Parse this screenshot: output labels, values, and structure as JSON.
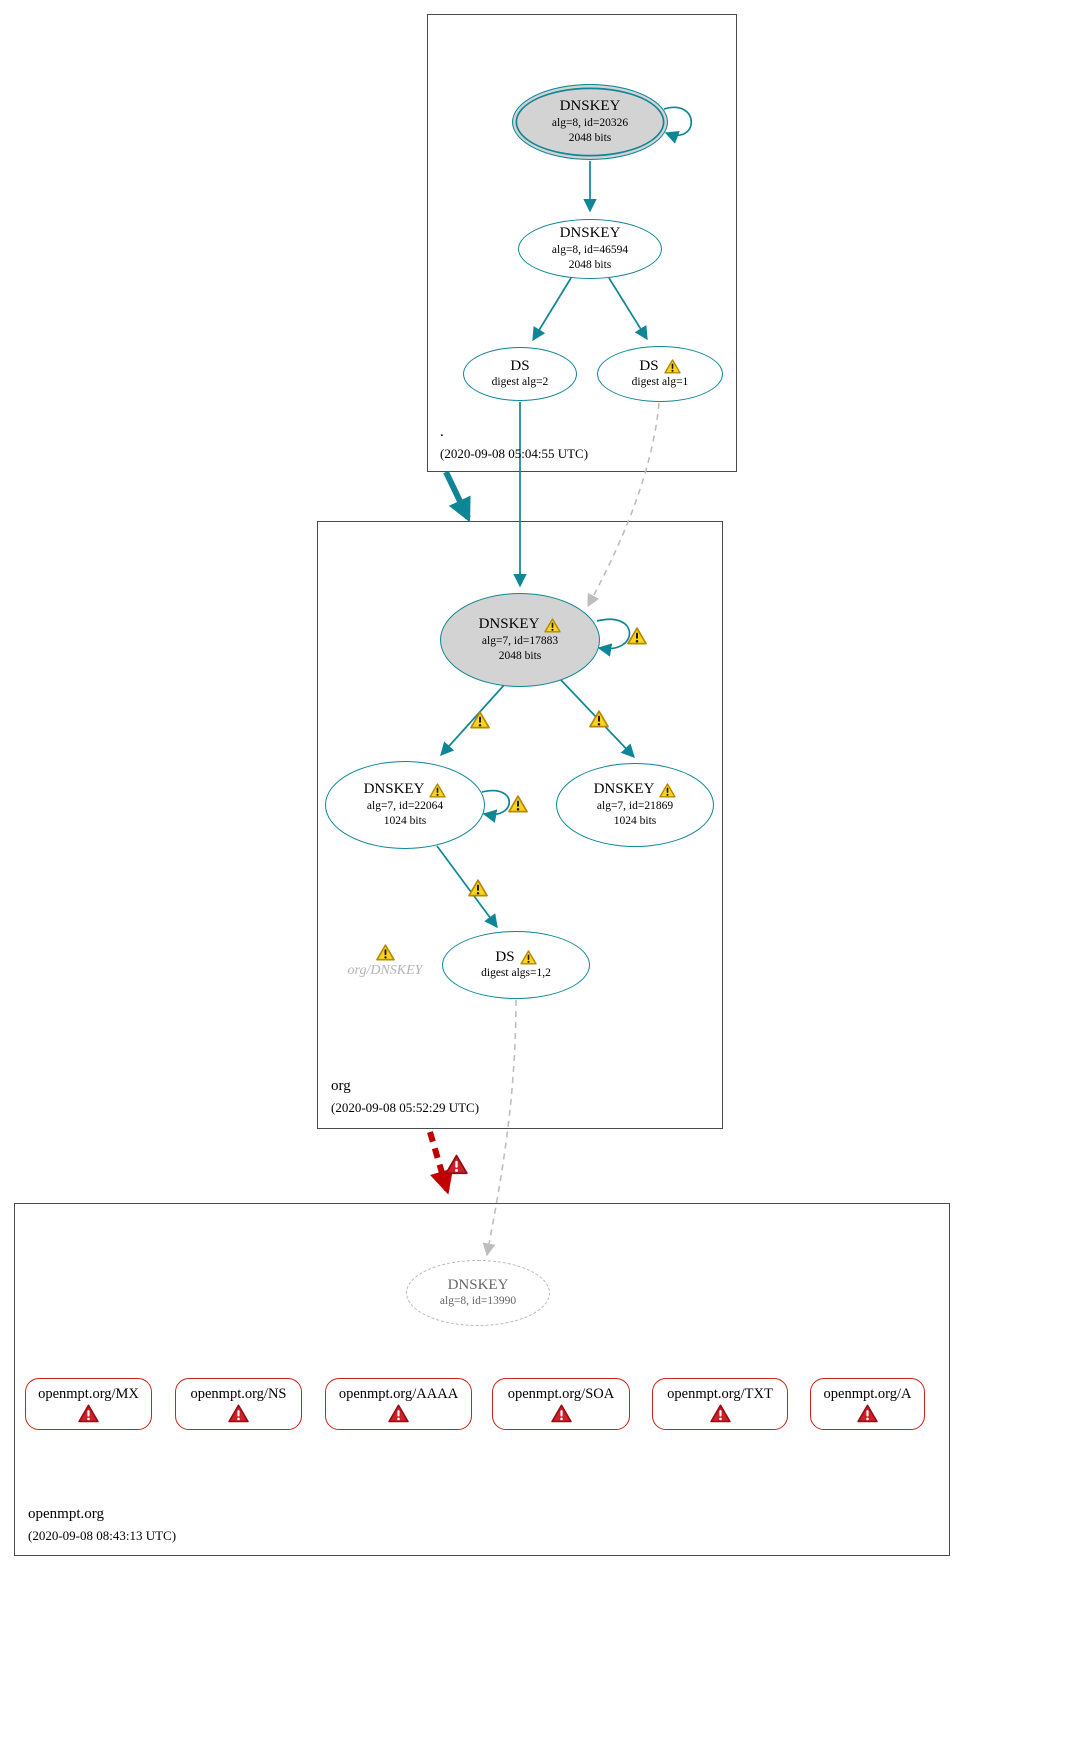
{
  "colors": {
    "edge_secure": "#0E8696",
    "edge_insecure": "#BDBDBD",
    "edge_bogus": "#C00000",
    "ksk_fill": "#D3D3D3",
    "warning_fill": "#FBD51D",
    "error_fill": "#CE2029"
  },
  "icons": {
    "warning": "⚠",
    "error": "⚠"
  },
  "zones": {
    "root": {
      "name": ".",
      "timestamp": "(2020-09-08 05:04:55 UTC)",
      "nodes": {
        "ksk": {
          "title": "DNSKEY",
          "detail1": "alg=8, id=20326",
          "detail2": "2048 bits"
        },
        "zsk": {
          "title": "DNSKEY",
          "detail1": "alg=8, id=46594",
          "detail2": "2048 bits"
        },
        "ds_alg2": {
          "title": "DS",
          "detail1": "digest alg=2"
        },
        "ds_alg1": {
          "title": "DS",
          "detail1": "digest alg=1"
        }
      }
    },
    "org": {
      "name": "org",
      "timestamp": "(2020-09-08 05:52:29 UTC)",
      "nodes": {
        "ksk": {
          "title": "DNSKEY",
          "detail1": "alg=7, id=17883",
          "detail2": "2048 bits"
        },
        "zsk1": {
          "title": "DNSKEY",
          "detail1": "alg=7, id=22064",
          "detail2": "1024 bits"
        },
        "zsk2": {
          "title": "DNSKEY",
          "detail1": "alg=7, id=21869",
          "detail2": "1024 bits"
        },
        "ds": {
          "title": "DS",
          "detail1": "digest algs=1,2"
        },
        "ghost_label": "org/DNSKEY"
      }
    },
    "openmpt": {
      "name": "openmpt.org",
      "timestamp": "(2020-09-08 08:43:13 UTC)",
      "nodes": {
        "dnskey": {
          "title": "DNSKEY",
          "detail1": "alg=8, id=13990"
        }
      },
      "rrsets": [
        "openmpt.org/MX",
        "openmpt.org/NS",
        "openmpt.org/AAAA",
        "openmpt.org/SOA",
        "openmpt.org/TXT",
        "openmpt.org/A"
      ]
    }
  }
}
